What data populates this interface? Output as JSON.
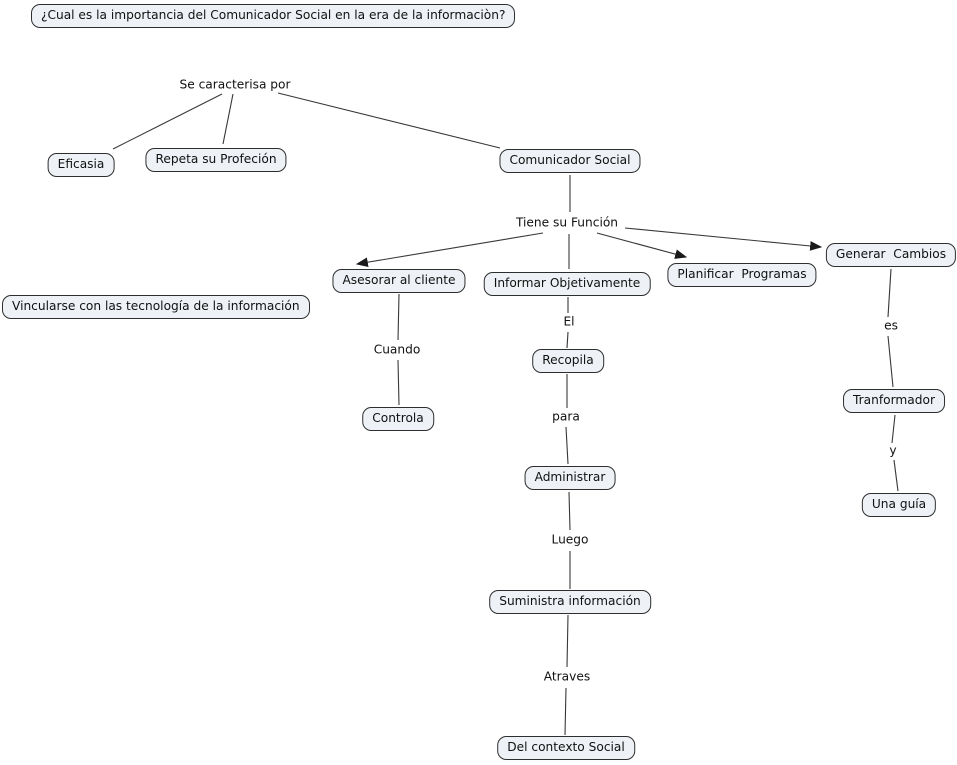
{
  "diagram_type": "concept-map",
  "colors": {
    "canvas_background": "#ffffff",
    "node_fill": "#eef2f7",
    "node_border": "#2e2e2e",
    "node_text": "#111111",
    "connector_line": "#383838",
    "arrowhead": "#1a1a1a"
  },
  "nodes": {
    "question": {
      "label": "¿Cual es la importancia del Comunicador Social en la era de la informaciòn?"
    },
    "eficasia": {
      "label": "Eficasia"
    },
    "repeta_su_profecion": {
      "label": "Repeta su Profeción"
    },
    "comunicador_social": {
      "label": "Comunicador Social"
    },
    "asesorar_al_cliente": {
      "label": "Asesorar al cliente"
    },
    "informar_objetivamente": {
      "label": "Informar Objetivamente"
    },
    "planificar_programas": {
      "label": "Planificar  Programas"
    },
    "generar_cambios": {
      "label": "Generar  Cambios"
    },
    "vincularse": {
      "label": "Vincularse con las tecnología de la información"
    },
    "controla": {
      "label": "Controla"
    },
    "recopila": {
      "label": "Recopila"
    },
    "administrar": {
      "label": "Administrar"
    },
    "suministra_informacion": {
      "label": "Suministra información"
    },
    "del_contexto_social": {
      "label": "Del contexto Social"
    },
    "tranformador": {
      "label": "Tranformador"
    },
    "una_guia": {
      "label": "Una guía"
    }
  },
  "link_labels": {
    "se_caracterisa_por": {
      "label": "Se caracterisa por"
    },
    "tiene_su_funcion": {
      "label": "Tiene su Función"
    },
    "cuando": {
      "label": "Cuando"
    },
    "el": {
      "label": "El"
    },
    "para": {
      "label": "para"
    },
    "luego": {
      "label": "Luego"
    },
    "atraves": {
      "label": "Atraves"
    },
    "es": {
      "label": "es"
    },
    "y": {
      "label": "y"
    }
  },
  "edges": [
    {
      "from": "Se caracterisa por",
      "to": "Eficasia",
      "arrow": false
    },
    {
      "from": "Se caracterisa por",
      "to": "Repeta su Profeción",
      "arrow": false
    },
    {
      "from": "Se caracterisa por",
      "to": "Comunicador Social",
      "arrow": false
    },
    {
      "from": "Comunicador Social",
      "to": "Tiene su Función",
      "arrow": false
    },
    {
      "from": "Tiene su Función",
      "to": "Asesorar al cliente",
      "arrow": true
    },
    {
      "from": "Tiene su Función",
      "to": "Informar Objetivamente",
      "arrow": false
    },
    {
      "from": "Tiene su Función",
      "to": "Planificar  Programas",
      "arrow": true
    },
    {
      "from": "Tiene su Función",
      "to": "Generar  Cambios",
      "arrow": true
    },
    {
      "from": "Asesorar al cliente",
      "to": "Cuando",
      "arrow": false
    },
    {
      "from": "Cuando",
      "to": "Controla",
      "arrow": false
    },
    {
      "from": "Informar Objetivamente",
      "to": "El",
      "arrow": false
    },
    {
      "from": "El",
      "to": "Recopila",
      "arrow": false
    },
    {
      "from": "Recopila",
      "to": "para",
      "arrow": false
    },
    {
      "from": "para",
      "to": "Administrar",
      "arrow": false
    },
    {
      "from": "Administrar",
      "to": "Luego",
      "arrow": false
    },
    {
      "from": "Luego",
      "to": "Suministra información",
      "arrow": false
    },
    {
      "from": "Suministra información",
      "to": "Atraves",
      "arrow": false
    },
    {
      "from": "Atraves",
      "to": "Del contexto Social",
      "arrow": false
    },
    {
      "from": "Generar  Cambios",
      "to": "es",
      "arrow": false
    },
    {
      "from": "es",
      "to": "Tranformador",
      "arrow": false
    },
    {
      "from": "Tranformador",
      "to": "y",
      "arrow": false
    },
    {
      "from": "y",
      "to": "Una guía",
      "arrow": false
    }
  ]
}
